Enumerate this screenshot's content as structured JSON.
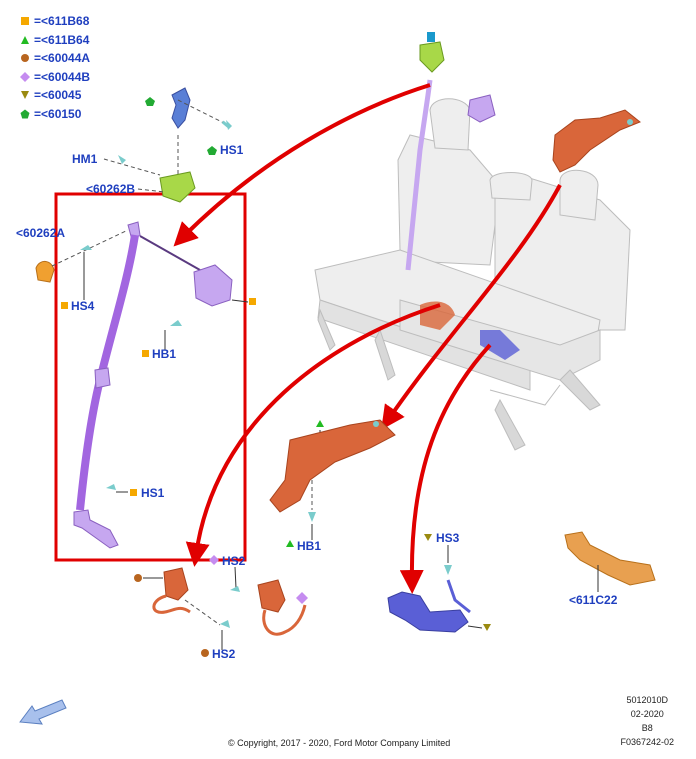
{
  "legend": [
    {
      "symbol": "square",
      "color": "#f5a800",
      "eq": "=",
      "code": "<611B68"
    },
    {
      "symbol": "triangle",
      "color": "#22bb22",
      "eq": "=",
      "code": "<611B64"
    },
    {
      "symbol": "circle",
      "color": "#b8651f",
      "eq": "=",
      "code": "<60044A"
    },
    {
      "symbol": "diamond",
      "color": "#c58cf0",
      "eq": "=",
      "code": "<60044B"
    },
    {
      "symbol": "inverted-triangle",
      "color": "#9a8a10",
      "eq": "=",
      "code": "<60045"
    },
    {
      "symbol": "pentagon",
      "color": "#22aa33",
      "eq": "=",
      "code": "<60150"
    }
  ],
  "callouts": {
    "hm1": "HM1",
    "hs1_top": "HS1",
    "part_60262b": "<60262B",
    "part_60262a": "<60262A",
    "hs4": "HS4",
    "hb1_left": "HB1",
    "hs1_left": "HS1",
    "hs2_top": "HS2",
    "hs2_bottom": "HS2",
    "hb1_mid": "HB1",
    "hs3": "HS3",
    "part_611c22": "<611C22"
  },
  "footer": {
    "copyright": "© Copyright, 2017 - 2020, Ford Motor Company Limited",
    "code1": "5012010D",
    "code2": "02-2020",
    "code3": "B8",
    "code4": "F0367242-02"
  },
  "colors": {
    "label": "#1f3fbf",
    "arrow": "#e00000",
    "belt": "#a266e0",
    "orange_part": "#d9663a",
    "blue_part": "#5a5fd6",
    "seat": "#eeeeee"
  },
  "icons": [
    "direction-arrow-icon",
    "bolt-icon",
    "seat-icon"
  ]
}
